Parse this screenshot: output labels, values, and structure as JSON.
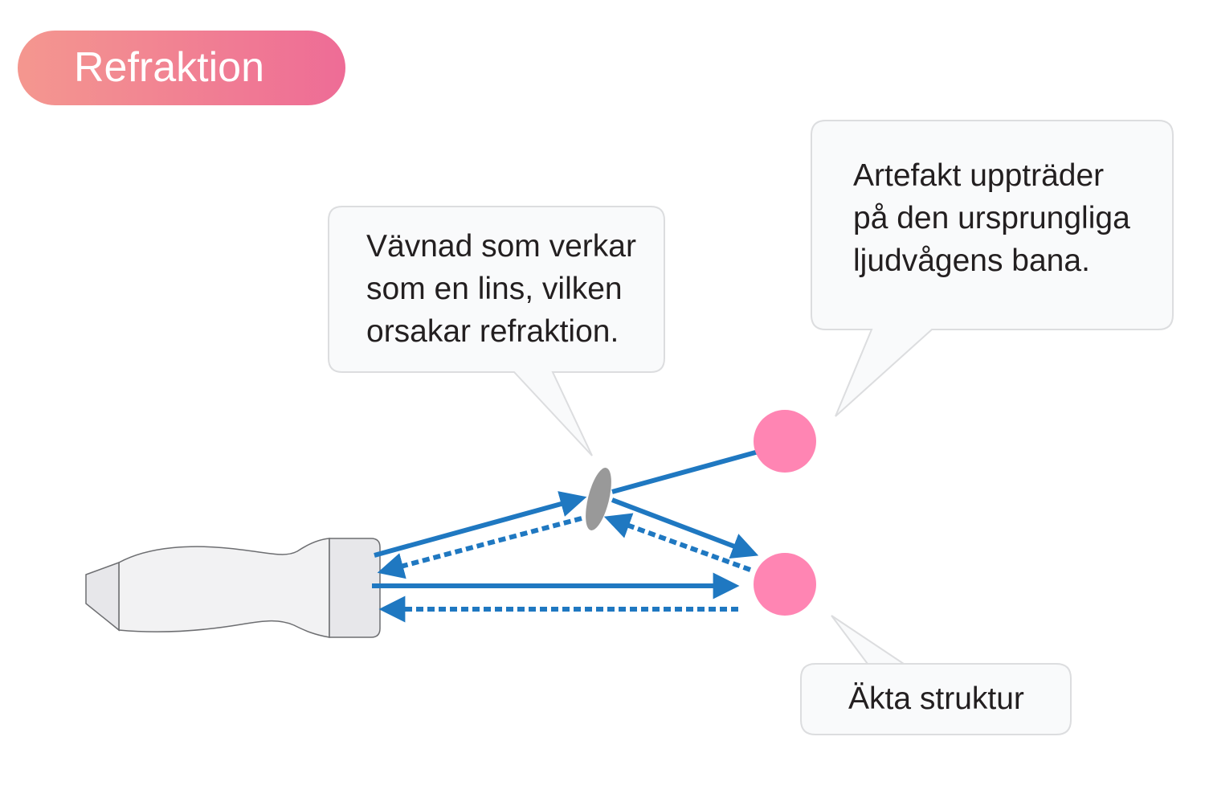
{
  "title": "Refraktion",
  "callouts": {
    "lens": {
      "lines": [
        "Vävnad som verkar",
        "som en lins, vilken",
        "orsakar refraktion."
      ]
    },
    "artifact": {
      "lines": [
        "Artefakt uppträder",
        "på den ursprungliga",
        "ljudvågens bana."
      ]
    },
    "true_structure": {
      "lines": [
        "Äkta struktur"
      ]
    }
  },
  "colors": {
    "arrow": "#1f78c1",
    "dot": "#ff85b3",
    "lens": "#999999",
    "callout_bg": "#f9fafb",
    "callout_border": "#dcdddf",
    "probe_fill": "#f2f2f3",
    "probe_tip": "#e7e7ea",
    "probe_stroke": "#6d6e71",
    "title_gradient_start": "#f4978f",
    "title_gradient_end": "#ee6c96"
  },
  "icons": {
    "probe": "ultrasound-probe-icon",
    "lens": "tissue-lens",
    "artifact_dot": "artifact-dot",
    "true_dot": "true-structure-dot"
  }
}
